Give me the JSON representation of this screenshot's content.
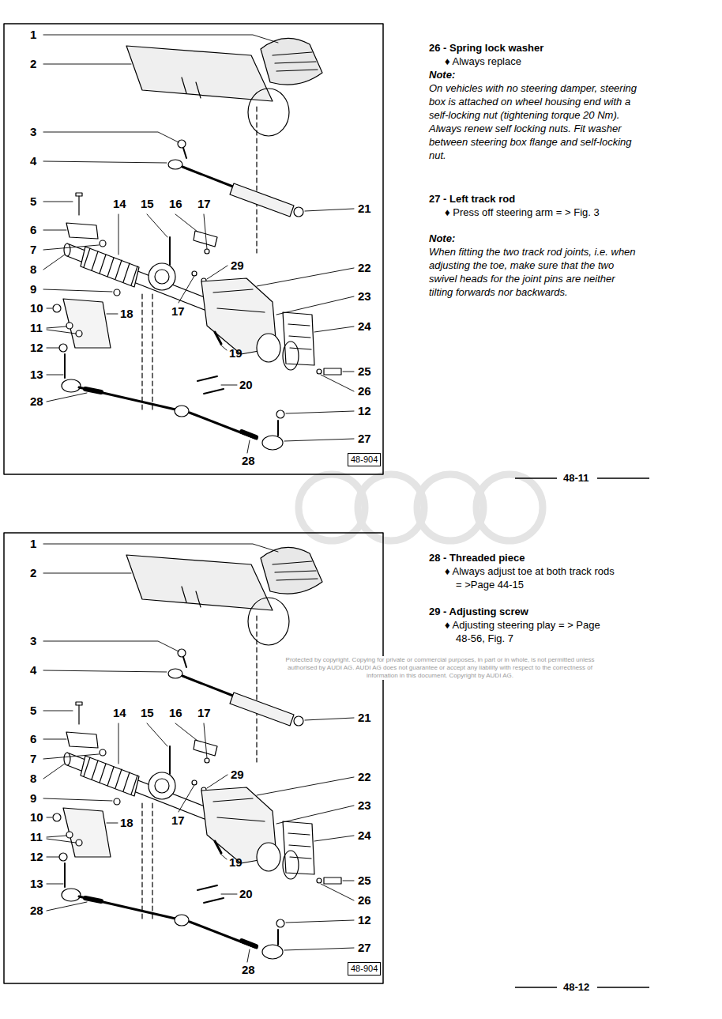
{
  "diagram": {
    "nodes": [
      {
        "text": [
          "48-904"
        ]
      },
      {
        "text": [
          "48-904"
        ]
      }
    ],
    "labels": [
      "1",
      "2",
      "3",
      "4",
      "5",
      "6",
      "7",
      "8",
      "9",
      "10",
      "11",
      "12",
      "13",
      "28",
      "14",
      "15",
      "16",
      "17",
      "29",
      "17",
      "18",
      "19",
      "20",
      "21",
      "22",
      "23",
      "24",
      "25",
      "26",
      "12",
      "27",
      "28",
      "26 - Spring lock washer",
      "♦ Always replace",
      "Note:",
      "On vehicles with no steering damper, steering box is attached on wheel housing end with a self-locking nut (tightening torque 20 Nm). Always renew self locking nuts. Fit washer between steering box flange and self-locking nut.",
      "27 - Left track rod",
      "♦ Press off steering arm = > Fig. 3",
      "Note:",
      "When fitting the two track rod joints, i.e. when adjusting the toe, make sure that the two swivel heads for the joint pins are neither tilting forwards nor backwards.",
      "48-11",
      "1",
      "2",
      "3",
      "4",
      "5",
      "6",
      "7",
      "8",
      "9",
      "10",
      "11",
      "12",
      "13",
      "28",
      "14",
      "15",
      "16",
      "17",
      "29",
      "17",
      "18",
      "19",
      "20",
      "21",
      "22",
      "23",
      "24",
      "25",
      "26",
      "12",
      "27",
      "28",
      "28 - Threaded piece",
      "♦ Always adjust toe at both track rods = >Page 44-15",
      "29 - Adjusting screw",
      "♦ Adjusting steering play = > Page 48-56, Fig. 7",
      "Protected by copyright. Copying for private or commercial purposes, in part or in whole, is not permitted unless authorised by AUDI AG. AUDI AG does not guarantee or accept any liability with respect to the correctness of information in this document. Copyright by AUDI AG.",
      "48-12"
    ]
  }
}
